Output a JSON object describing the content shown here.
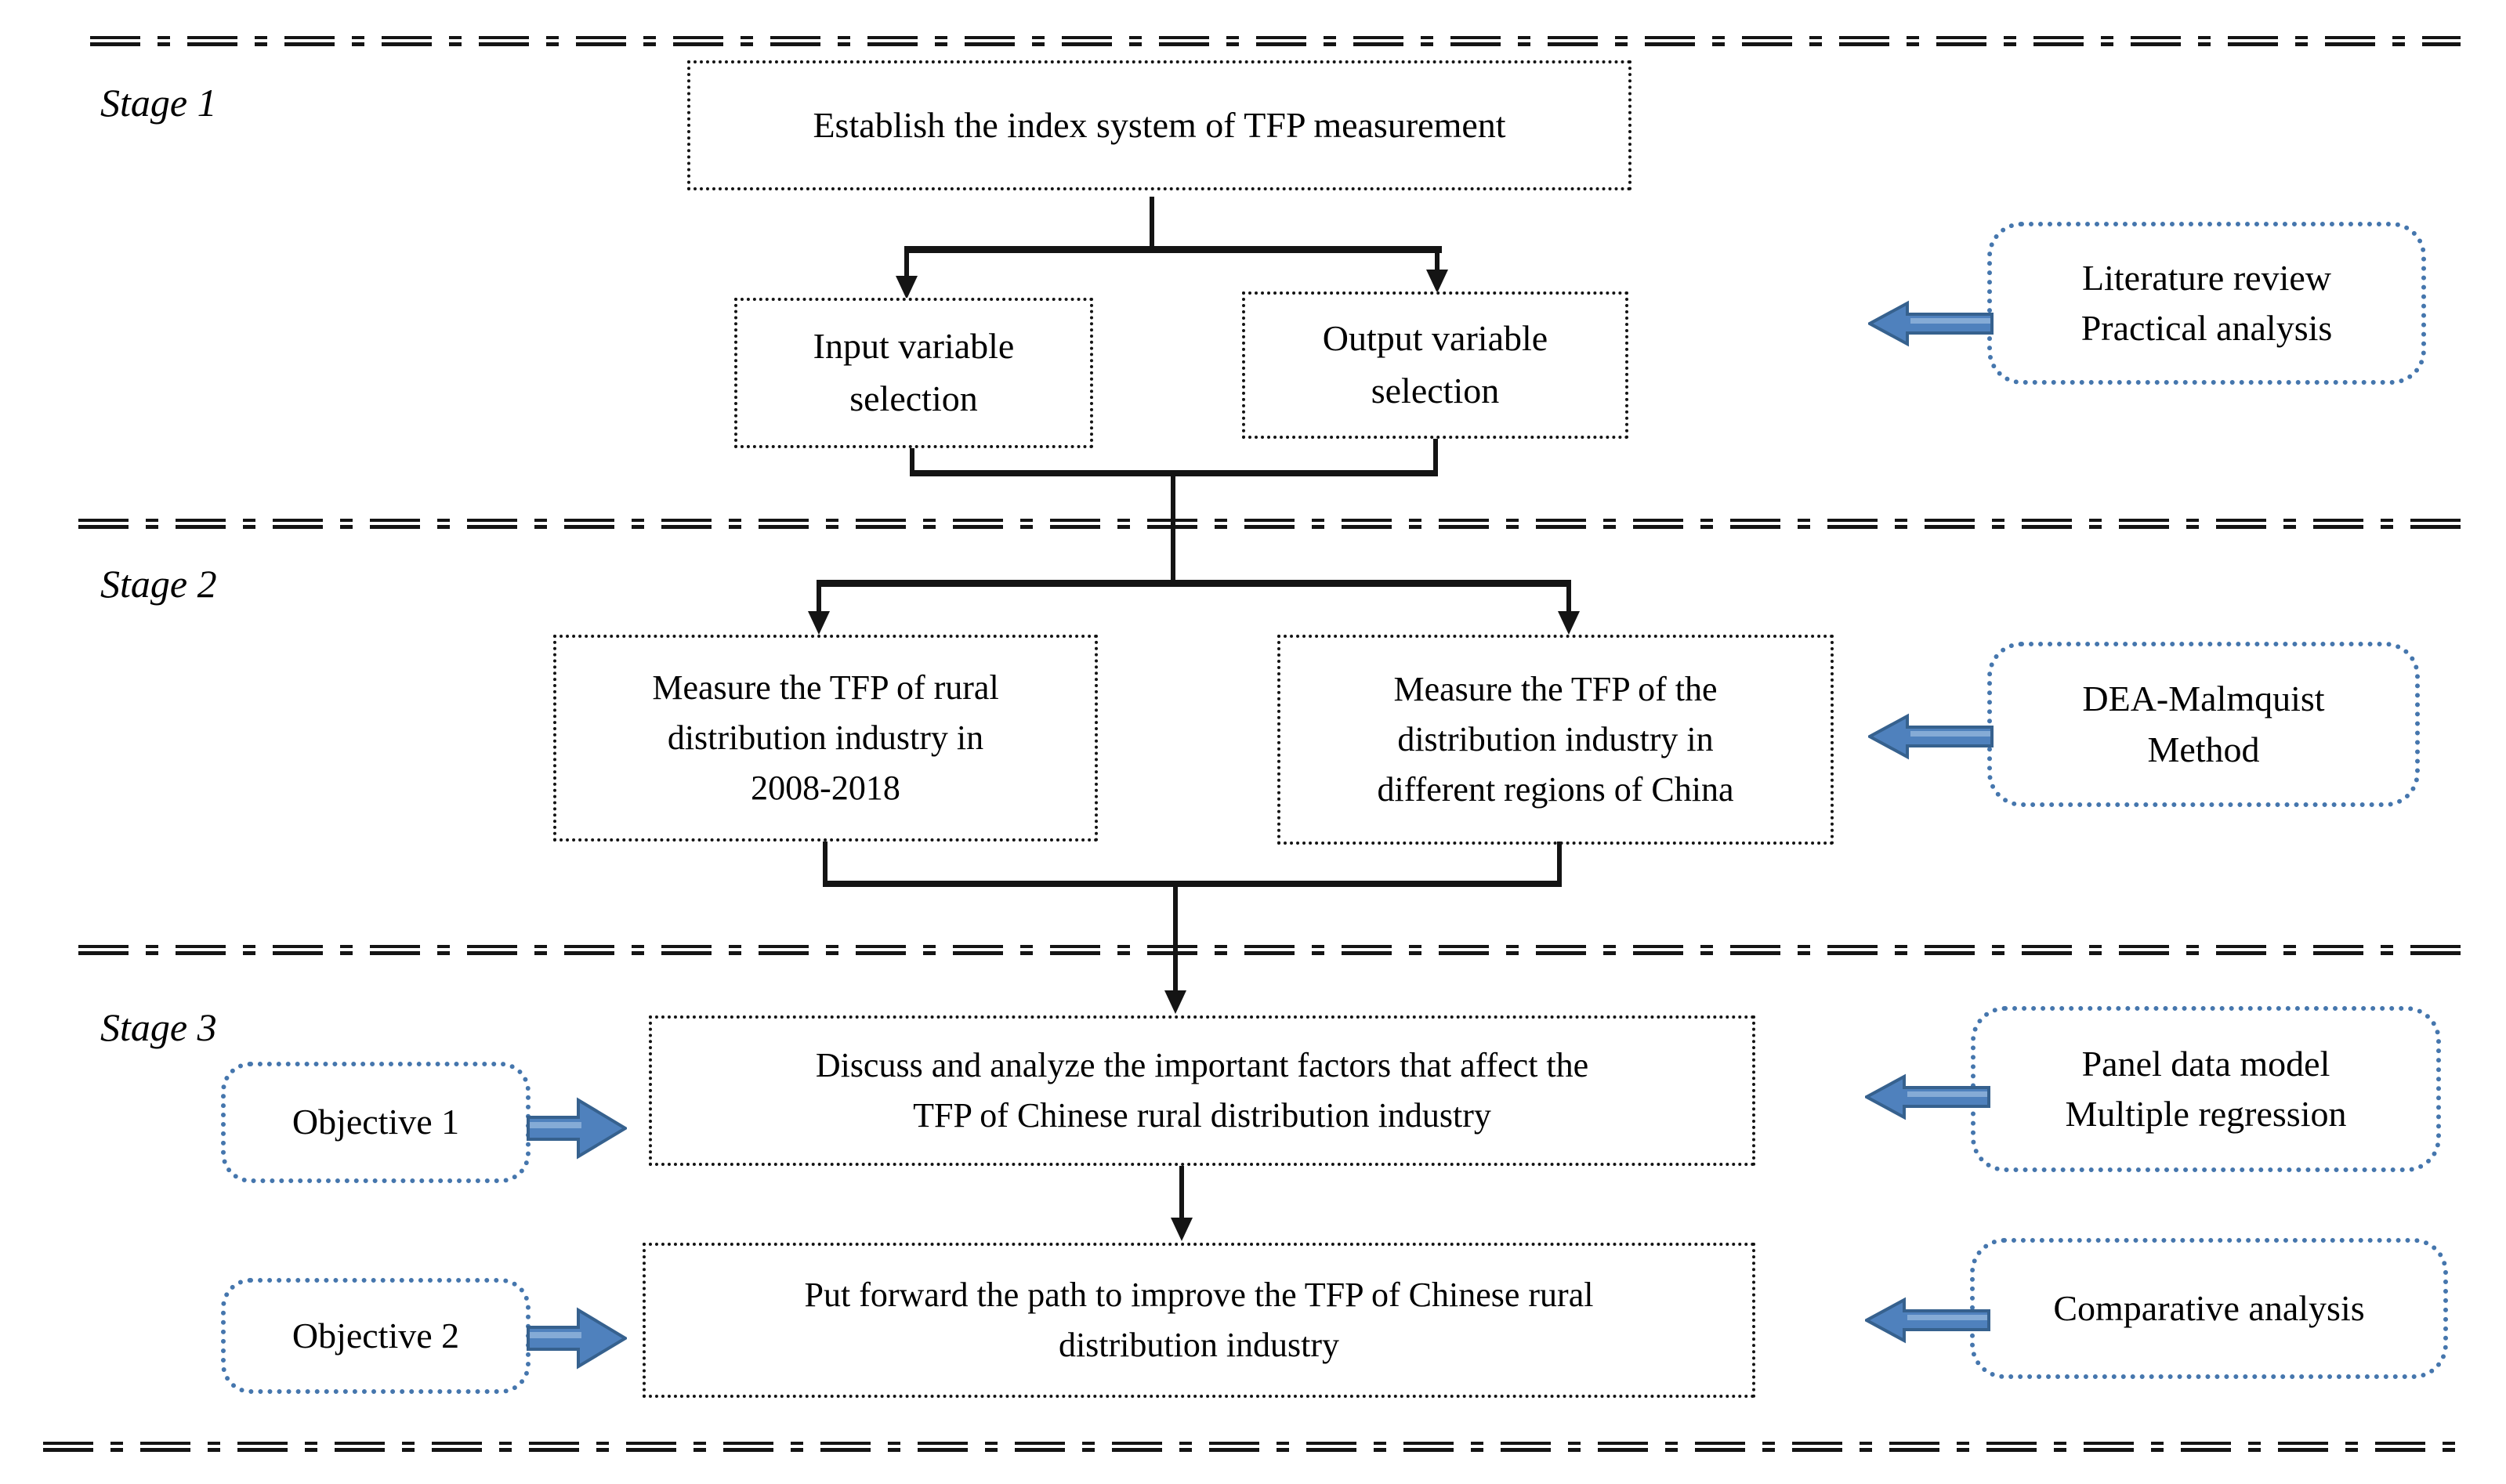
{
  "colors": {
    "accent_blue": "#4576ad",
    "arrow_fill": "#4f81bd",
    "arrow_highlight": "#85abd6",
    "arrow_stroke": "#36618e",
    "line_color": "#141414"
  },
  "stage1": {
    "label": "Stage 1",
    "main_box": {
      "lines": [
        "Establish the index system of TFP measurement"
      ]
    },
    "input_box": {
      "lines": [
        "Input variable",
        "selection"
      ]
    },
    "output_box": {
      "lines": [
        "Output variable",
        "selection"
      ]
    },
    "method_box": {
      "lines": [
        "Literature review",
        "Practical analysis"
      ]
    }
  },
  "stage2": {
    "label": "Stage 2",
    "left_box": {
      "lines": [
        "Measure the TFP of rural",
        "distribution industry in",
        "2008-2018"
      ]
    },
    "right_box": {
      "lines": [
        "Measure the TFP of the",
        "distribution industry in",
        "different regions of China"
      ]
    },
    "method_box": {
      "lines": [
        "DEA-Malmquist",
        "Method"
      ]
    }
  },
  "stage3": {
    "label": "Stage 3",
    "objective1": "Objective 1",
    "objective2": "Objective 2",
    "discuss_box": {
      "lines": [
        "Discuss and analyze the important factors that affect the",
        "TFP of Chinese rural distribution industry"
      ]
    },
    "path_box": {
      "lines": [
        "Put forward the path to improve the TFP of Chinese rural",
        "distribution industry"
      ]
    },
    "method_box_top": {
      "lines": [
        "Panel data model",
        "Multiple regression"
      ]
    },
    "method_box_bottom": {
      "lines": [
        "Comparative analysis"
      ]
    }
  }
}
